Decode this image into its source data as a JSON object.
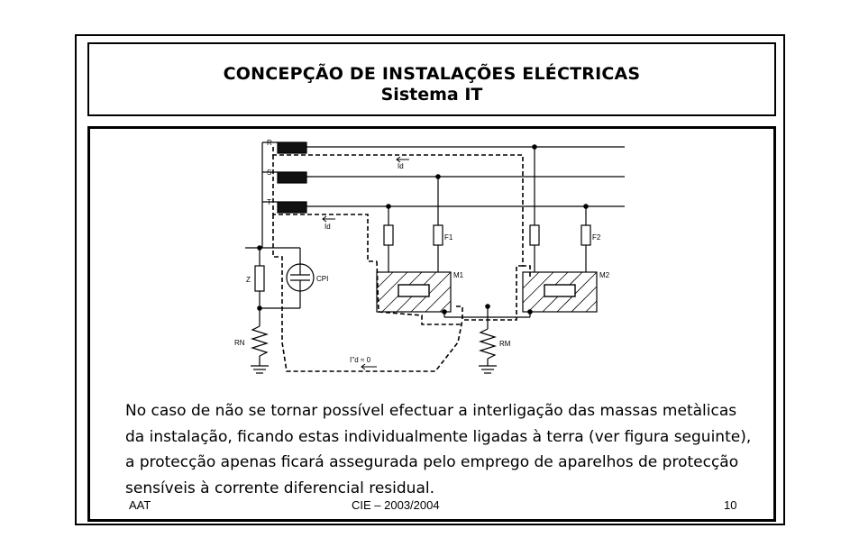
{
  "title": {
    "line1": "CONCEPÇÃO DE INSTALAÇÕES ELÉCTRICAS",
    "line2": "Sistema IT"
  },
  "diagram": {
    "phase_labels": [
      "R",
      "S",
      "T"
    ],
    "current_label": "Id",
    "current_label_2": "Id",
    "impedance_label": "Z",
    "cpi_label": "CPI",
    "fuse_labels": [
      "F1",
      "F2"
    ],
    "mass_labels": [
      "M1",
      "M2"
    ],
    "rn_label": "RN",
    "rm_label": "RM",
    "residual_current_label": "I''d ≈ 0"
  },
  "body_text": "No caso de não se tornar possível efectuar a interligação das massas metàlicas da instalação, ficando estas individualmente ligadas à terra (ver figura seguinte), a protecção apenas ficará assegurada pelo emprego de aparelhos de protecção sensíveis à corrente diferencial residual.",
  "footer": {
    "left": "AAT",
    "center": "CIE – 2003/2004",
    "right": "10"
  }
}
